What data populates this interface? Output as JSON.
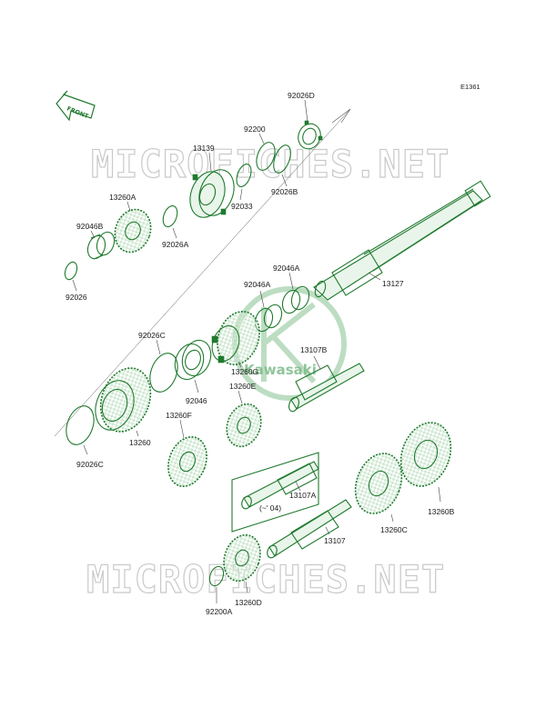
{
  "diagram_code": "E1361",
  "front_label": "FRONT",
  "watermark_text": "MICROFICHES.NET",
  "logo_text": "Kawasaki",
  "variant_note": "(~' 04)",
  "colors": {
    "line": "#1f7a2e",
    "watermark": "#c9c9c9",
    "logo": "#8fc79a"
  },
  "labels": {
    "p92026D": "92026D",
    "p92200": "92200",
    "p13139": "13139",
    "p92026B": "92026B",
    "p92033": "92033",
    "p13260A": "13260A",
    "p92046B": "92046B",
    "p92026A": "92026A",
    "p92026": "92026",
    "p13127": "13127",
    "p92046A_1": "92046A",
    "p92046A_2": "92046A",
    "p92026C": "92026C",
    "p13107B": "13107B",
    "p13260G": "13260G",
    "p13260E": "13260E",
    "p92046": "92046",
    "p13260F": "13260F",
    "p13260": "13260",
    "p92026C_2": "92026C",
    "p13107A": "13107A",
    "p13260C": "13260C",
    "p13260B": "13260B",
    "p13107": "13107",
    "p92200A": "92200A",
    "p13260D": "13260D"
  }
}
